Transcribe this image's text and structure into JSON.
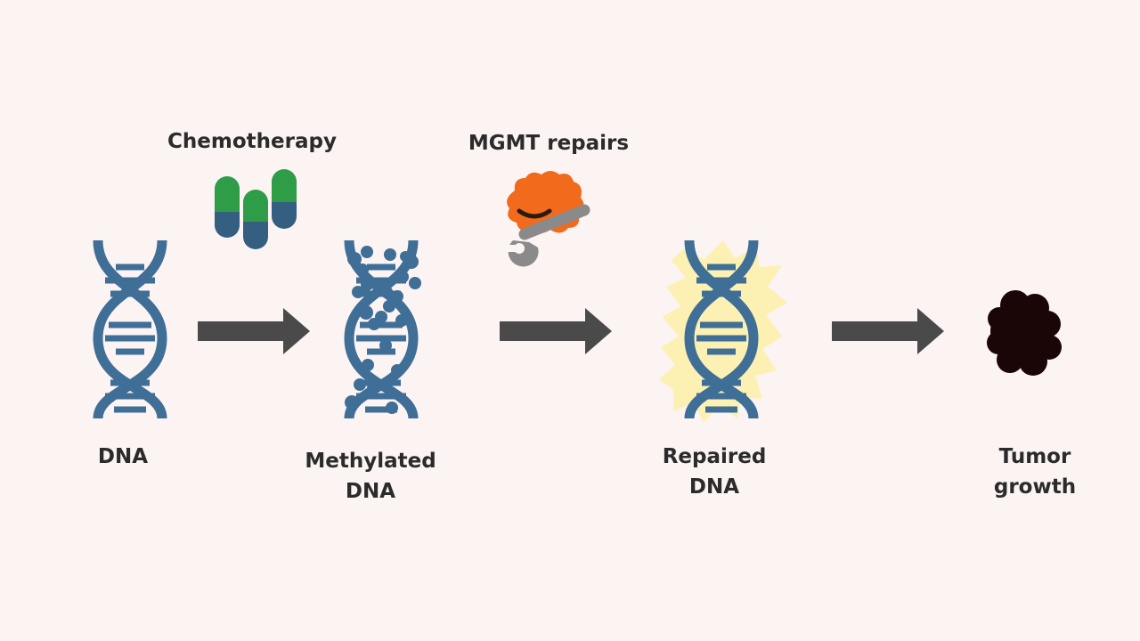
{
  "diagram": {
    "top_labels": {
      "chemotherapy": "Chemotherapy",
      "mgmt": "MGMT repairs"
    },
    "stages": [
      {
        "id": "dna",
        "lines": [
          "DNA"
        ]
      },
      {
        "id": "methylated",
        "lines": [
          "Methylated",
          "DNA"
        ]
      },
      {
        "id": "repaired",
        "lines": [
          "Repaired",
          "DNA"
        ]
      },
      {
        "id": "tumor",
        "lines": [
          "Tumor",
          "growth"
        ]
      }
    ]
  },
  "colors": {
    "background": "#fcf3f3",
    "dna": "#3f6e96",
    "arrow": "#4a4a4a",
    "pill_top": "#2f9c48",
    "pill_bottom": "#355f80",
    "enzyme": "#f26a1b",
    "wrench": "#8a8a8a",
    "glow": "#fbf0a6",
    "tumor": "#1a0606"
  }
}
